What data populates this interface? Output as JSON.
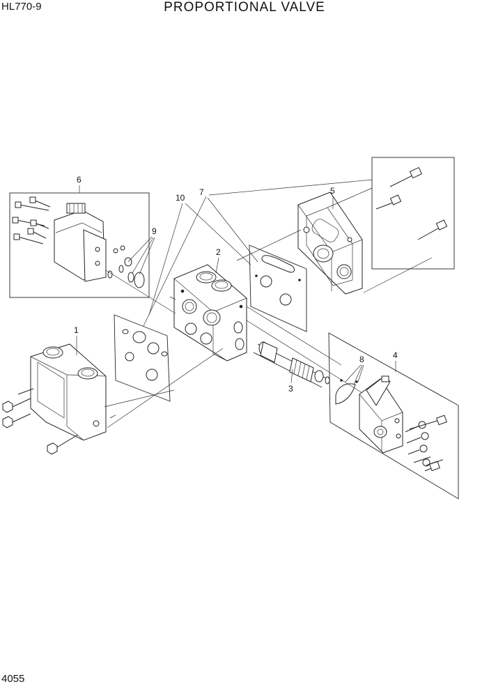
{
  "header": {
    "model": "HL770-9",
    "title": "PROPORTIONAL VALVE"
  },
  "footer": {
    "page_number": "4055"
  },
  "callouts": [
    "1",
    "2",
    "3",
    "4",
    "5",
    "6",
    "7",
    "8",
    "9",
    "10"
  ]
}
